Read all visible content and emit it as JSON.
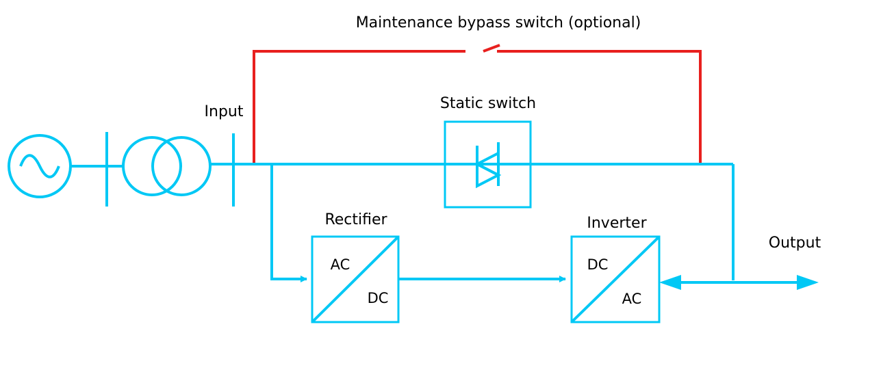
{
  "labels": {
    "bypass": "Maintenance bypass switch (optional)",
    "input": "Input",
    "static_switch": "Static switch",
    "rectifier": "Rectifier",
    "inverter": "Inverter",
    "output": "Output",
    "rect_in": "AC",
    "rect_out": "DC",
    "inv_in": "DC",
    "inv_out": "AC"
  },
  "colors": {
    "main_line": "#00C8F5",
    "bypass_line": "#E8201E",
    "text": "#000000"
  },
  "icons": [
    "ac-source-icon",
    "transformer-icon",
    "thyristor-icon",
    "ac-dc-converter-icon",
    "dc-ac-converter-icon"
  ]
}
